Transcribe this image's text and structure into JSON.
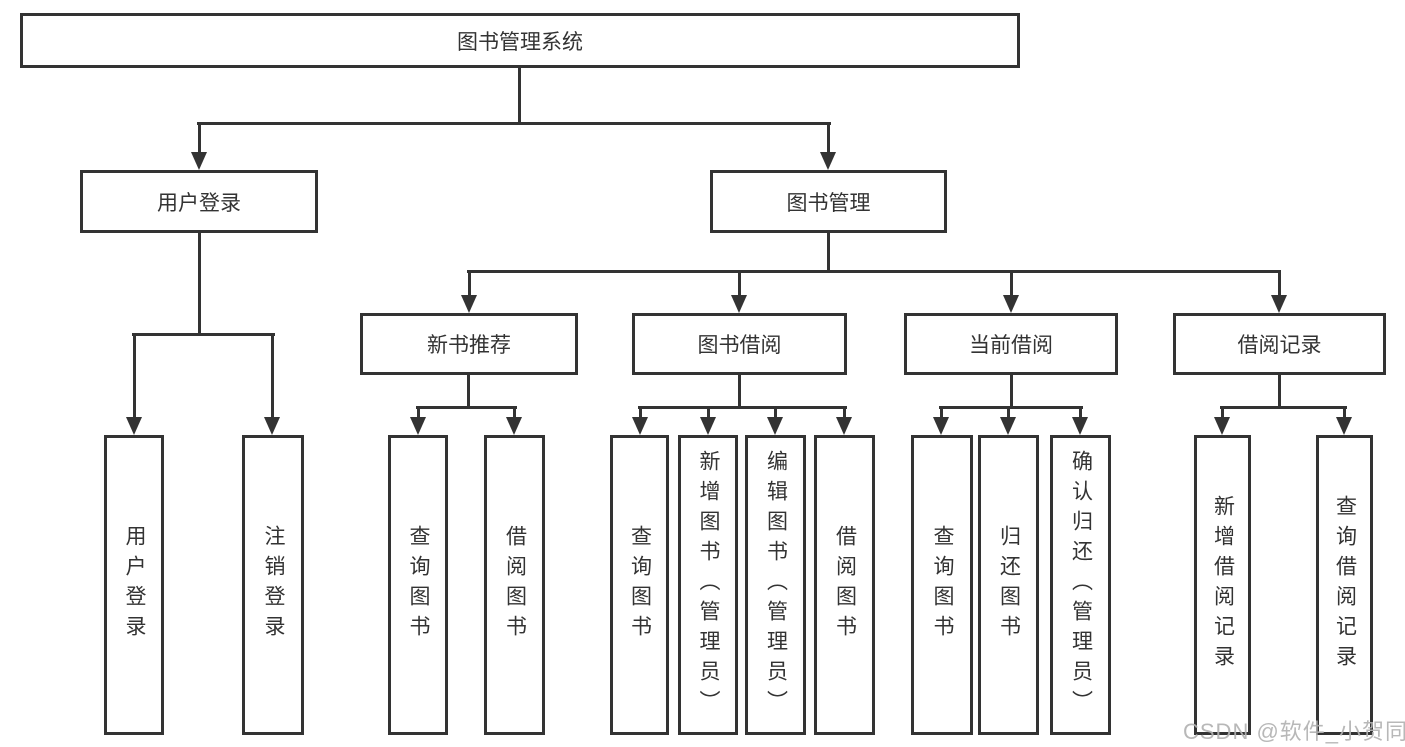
{
  "diagram": {
    "root": "图书管理系统",
    "user_login": "用户登录",
    "book_management": "图书管理",
    "new_book_recommend": "新书推荐",
    "book_borrow": "图书借阅",
    "current_borrow": "当前借阅",
    "borrow_records": "借阅记录",
    "leaves": {
      "login": "用户登录",
      "logout": "注销登录",
      "rec_query": "查询图书",
      "rec_borrow": "借阅图书",
      "bb_query": "查询图书",
      "bb_add": "新增图书（管理员）",
      "bb_edit": "编辑图书（管理员）",
      "bb_borrow": "借阅图书",
      "cur_query": "查询图书",
      "cur_return": "归还图书",
      "cur_confirm": "确认归还（管理员）",
      "rec_add_record": "新增借阅记录",
      "rec_query_record": "查询借阅记录"
    }
  },
  "watermark": "CSDN @软件_小贺同学",
  "colors": {
    "line": "#333333",
    "text": "#333333",
    "watermark": "#b2b2b2",
    "background": "#ffffff"
  }
}
